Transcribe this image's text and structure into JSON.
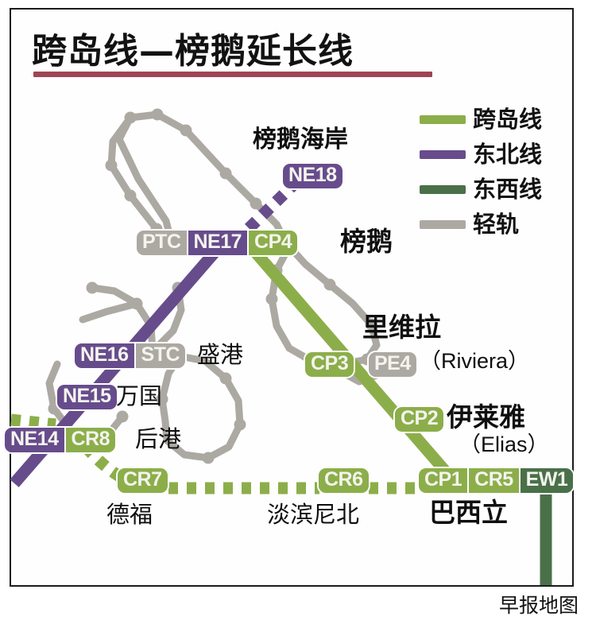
{
  "title": "跨岛线—榜鹅延长线",
  "credit": "早报地图",
  "colors": {
    "cross_island": "#8CAE4A",
    "north_east": "#674C8C",
    "east_west": "#4A7049",
    "lrt": "#ACA9A3",
    "title_rule": "#9E4455",
    "border": "#1b1b1b",
    "chip_text": "#f4f4ee"
  },
  "legend": {
    "items": [
      {
        "label": "跨岛线",
        "color": "#8CAE4A"
      },
      {
        "label": "东北线",
        "color": "#674C8C"
      },
      {
        "label": "东西线",
        "color": "#4A7049"
      },
      {
        "label": "轻轨",
        "color": "#ACA9A3"
      }
    ]
  },
  "stations": [
    {
      "id": "punggol-coast",
      "name_cn": "榜鹅海岸",
      "name_en": "",
      "codes": [
        {
          "code": "NE18",
          "color": "#674C8C"
        }
      ]
    },
    {
      "id": "punggol",
      "name_cn": "榜鹅",
      "name_en": "",
      "codes": [
        {
          "code": "PTC",
          "color": "#ACA9A3"
        },
        {
          "code": "NE17",
          "color": "#674C8C"
        },
        {
          "code": "CP4",
          "color": "#8CAE4A"
        }
      ]
    },
    {
      "id": "sengkang",
      "name_cn": "盛港",
      "name_en": "",
      "codes": [
        {
          "code": "NE16",
          "color": "#674C8C"
        },
        {
          "code": "STC",
          "color": "#ACA9A3"
        }
      ]
    },
    {
      "id": "buangkok",
      "name_cn": "万国",
      "name_en": "",
      "codes": [
        {
          "code": "NE15",
          "color": "#674C8C"
        }
      ]
    },
    {
      "id": "hougang",
      "name_cn": "后港",
      "name_en": "",
      "codes": [
        {
          "code": "NE14",
          "color": "#674C8C"
        },
        {
          "code": "CR8",
          "color": "#8CAE4A"
        }
      ]
    },
    {
      "id": "riviera",
      "name_cn": "里维拉",
      "name_en": "（Riviera）",
      "codes": [
        {
          "code": "CP3",
          "color": "#8CAE4A"
        },
        {
          "code": "PE4",
          "color": "#ACA9A3"
        }
      ]
    },
    {
      "id": "elias",
      "name_cn": "伊莱雅",
      "name_en": "（Elias）",
      "codes": [
        {
          "code": "CP2",
          "color": "#8CAE4A"
        }
      ]
    },
    {
      "id": "defu",
      "name_cn": "德福",
      "name_en": "",
      "codes": [
        {
          "code": "CR7",
          "color": "#8CAE4A"
        }
      ]
    },
    {
      "id": "tampines-north",
      "name_cn": "淡滨尼北",
      "name_en": "",
      "codes": [
        {
          "code": "CR6",
          "color": "#8CAE4A"
        }
      ]
    },
    {
      "id": "pasir-ris",
      "name_cn": "巴西立",
      "name_en": "",
      "codes": [
        {
          "code": "CP1",
          "color": "#8CAE4A"
        },
        {
          "code": "CR5",
          "color": "#8CAE4A"
        },
        {
          "code": "EW1",
          "color": "#4A7049"
        }
      ]
    }
  ]
}
